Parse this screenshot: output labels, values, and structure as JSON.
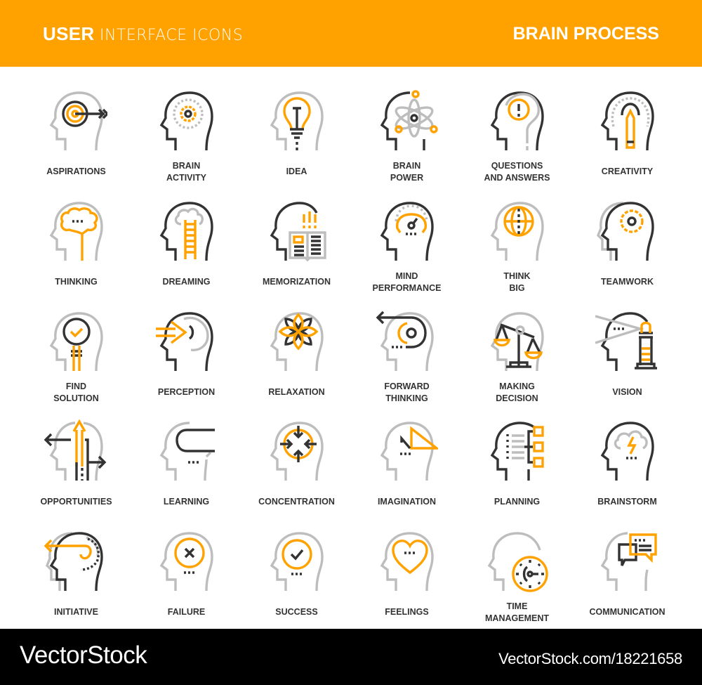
{
  "header": {
    "title_bold": "USER",
    "title_light": "INTERFACE ICONS",
    "category": "BRAIN PROCESS",
    "background_color": "#FFA200"
  },
  "colors": {
    "accent": "#FFA200",
    "dark": "#333333",
    "light_gray": "#BDBDBD"
  },
  "icons": [
    {
      "label_lines": [
        "ASPIRATIONS"
      ],
      "icon": "target-arrow-head-icon"
    },
    {
      "label_lines": [
        "BRAIN",
        "ACTIVITY"
      ],
      "icon": "gear-head-icon"
    },
    {
      "label_lines": [
        "IDEA"
      ],
      "icon": "lightbulb-head-icon"
    },
    {
      "label_lines": [
        "BRAIN",
        "POWER"
      ],
      "icon": "atom-head-icon"
    },
    {
      "label_lines": [
        "QUESTIONS",
        "AND ANSWERS"
      ],
      "icon": "exclamation-head-icon"
    },
    {
      "label_lines": [
        "CREATIVITY"
      ],
      "icon": "pencil-head-icon"
    },
    {
      "label_lines": [
        "THINKING"
      ],
      "icon": "brain-head-icon"
    },
    {
      "label_lines": [
        "DREAMING"
      ],
      "icon": "ladder-cloud-head-icon"
    },
    {
      "label_lines": [
        "MEMORIZATION"
      ],
      "icon": "book-head-icon"
    },
    {
      "label_lines": [
        "MIND",
        "PERFORMANCE"
      ],
      "icon": "gauge-head-icon"
    },
    {
      "label_lines": [
        "THINK",
        "BIG"
      ],
      "icon": "globe-head-icon"
    },
    {
      "label_lines": [
        "TEAMWORK"
      ],
      "icon": "two-heads-gear-icon"
    },
    {
      "label_lines": [
        "FIND",
        "SOLUTION"
      ],
      "icon": "magnifier-check-head-icon"
    },
    {
      "label_lines": [
        "PERCEPTION"
      ],
      "icon": "arrow-ear-head-icon"
    },
    {
      "label_lines": [
        "RELAXATION"
      ],
      "icon": "lotus-head-icon"
    },
    {
      "label_lines": [
        "FORWARD",
        "THINKING"
      ],
      "icon": "return-arrow-head-icon"
    },
    {
      "label_lines": [
        "MAKING",
        "DECISION"
      ],
      "icon": "scales-head-icon"
    },
    {
      "label_lines": [
        "VISION"
      ],
      "icon": "lighthouse-head-icon"
    },
    {
      "label_lines": [
        "OPPORTUNITIES"
      ],
      "icon": "arrows-directions-head-icon"
    },
    {
      "label_lines": [
        "LEARNING"
      ],
      "icon": "abc-head-icon"
    },
    {
      "label_lines": [
        "CONCENTRATION"
      ],
      "icon": "focus-arrows-head-icon"
    },
    {
      "label_lines": [
        "IMAGINATION"
      ],
      "icon": "triangle-head-icon"
    },
    {
      "label_lines": [
        "PLANNING"
      ],
      "icon": "list-tree-head-icon"
    },
    {
      "label_lines": [
        "BRAINSTORM"
      ],
      "icon": "storm-cloud-head-icon"
    },
    {
      "label_lines": [
        "INITIATIVE"
      ],
      "icon": "spiral-arrow-head-icon"
    },
    {
      "label_lines": [
        "FAILURE"
      ],
      "icon": "x-circle-head-icon"
    },
    {
      "label_lines": [
        "SUCCESS"
      ],
      "icon": "check-circle-head-icon"
    },
    {
      "label_lines": [
        "FEELINGS"
      ],
      "icon": "heart-head-icon"
    },
    {
      "label_lines": [
        "TIME",
        "MANAGEMENT"
      ],
      "icon": "clock-head-icon"
    },
    {
      "label_lines": [
        "COMMUNICATION"
      ],
      "icon": "chat-bubbles-head-icon"
    }
  ],
  "labels": [
    "ASPIRATIONS",
    "BRAIN\nACTIVITY",
    "IDEA",
    "BRAIN\nPOWER",
    "QUESTIONS\nAND ANSWERS",
    "CREATIVITY",
    "THINKING",
    "DREAMING",
    "MEMORIZATION",
    "MIND\nPERFORMANCE",
    "THINK\nBIG",
    "TEAMWORK",
    "FIND\nSOLUTION",
    "PERCEPTION",
    "RELAXATION",
    "FORWARD\nTHINKING",
    "MAKING\nDECISION",
    "VISION",
    "OPPORTUNITIES",
    "LEARNING",
    "CONCENTRATION",
    "IMAGINATION",
    "PLANNING",
    "BRAINSTORM",
    "INITIATIVE",
    "FAILURE",
    "SUCCESS",
    "FEELINGS",
    "TIME\nMANAGEMENT",
    "COMMUNICATION"
  ],
  "footer": {
    "brand": "VectorStock",
    "reference": "VectorStock.com/18221658"
  }
}
